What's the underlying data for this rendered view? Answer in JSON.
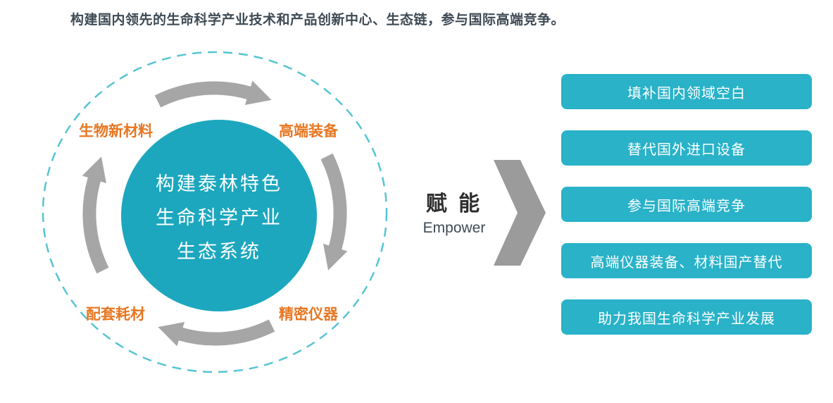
{
  "title": "构建国内领先的生命科学产业技术和产品创新中心、生态链，参与国际高端竞争。",
  "cycle": {
    "center_lines": [
      "构建泰林特色",
      "生命科学产业",
      "生态系统"
    ],
    "labels": {
      "top_left": "生物新材料",
      "top_right": "高端装备",
      "bottom_left": "配套耗材",
      "bottom_right": "精密仪器"
    }
  },
  "empower": {
    "zh": "赋 能",
    "en": "Empower"
  },
  "outcomes": [
    "填补国内领域空白",
    "替代国外进口设备",
    "参与国际高端竞争",
    "高端仪器装备、材料国产替代",
    "助力我国生命科学产业发展"
  ],
  "colors": {
    "teal_circle": "#1CA7BE",
    "teal_box": "#29B2C8",
    "dashed_teal": "#56C4D4",
    "orange": "#E87722",
    "arrow_gray": "#A6A6A6",
    "chevron_gray": "#9B9B9B",
    "title_color": "#3E4A54"
  }
}
